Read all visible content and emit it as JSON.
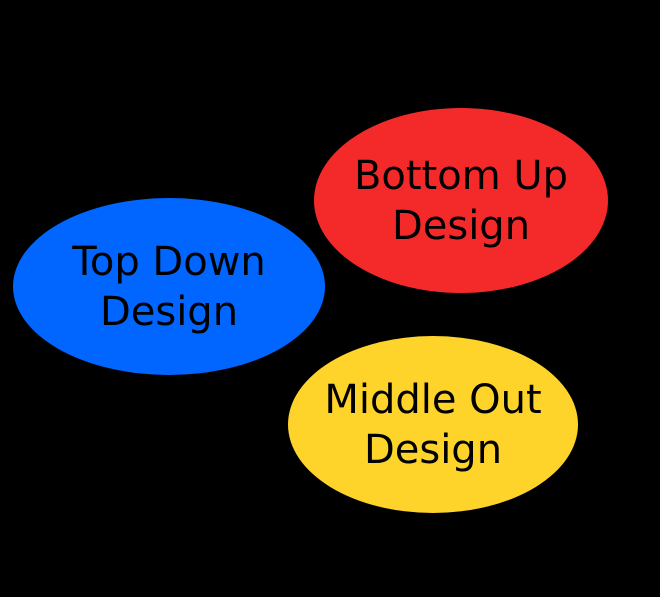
{
  "diagram": {
    "background_color": "#000000",
    "text_color": "#000000",
    "nodes": [
      {
        "id": "top-down",
        "label": "Top Down\nDesign",
        "shape": "ellipse",
        "fill_color": "#0066FF"
      },
      {
        "id": "bottom-up",
        "label": "Bottom Up\nDesign",
        "shape": "ellipse",
        "fill_color": "#F42A2A"
      },
      {
        "id": "middle-out",
        "label": "Middle Out\nDesign",
        "shape": "ellipse",
        "fill_color": "#FFD42A"
      }
    ]
  }
}
